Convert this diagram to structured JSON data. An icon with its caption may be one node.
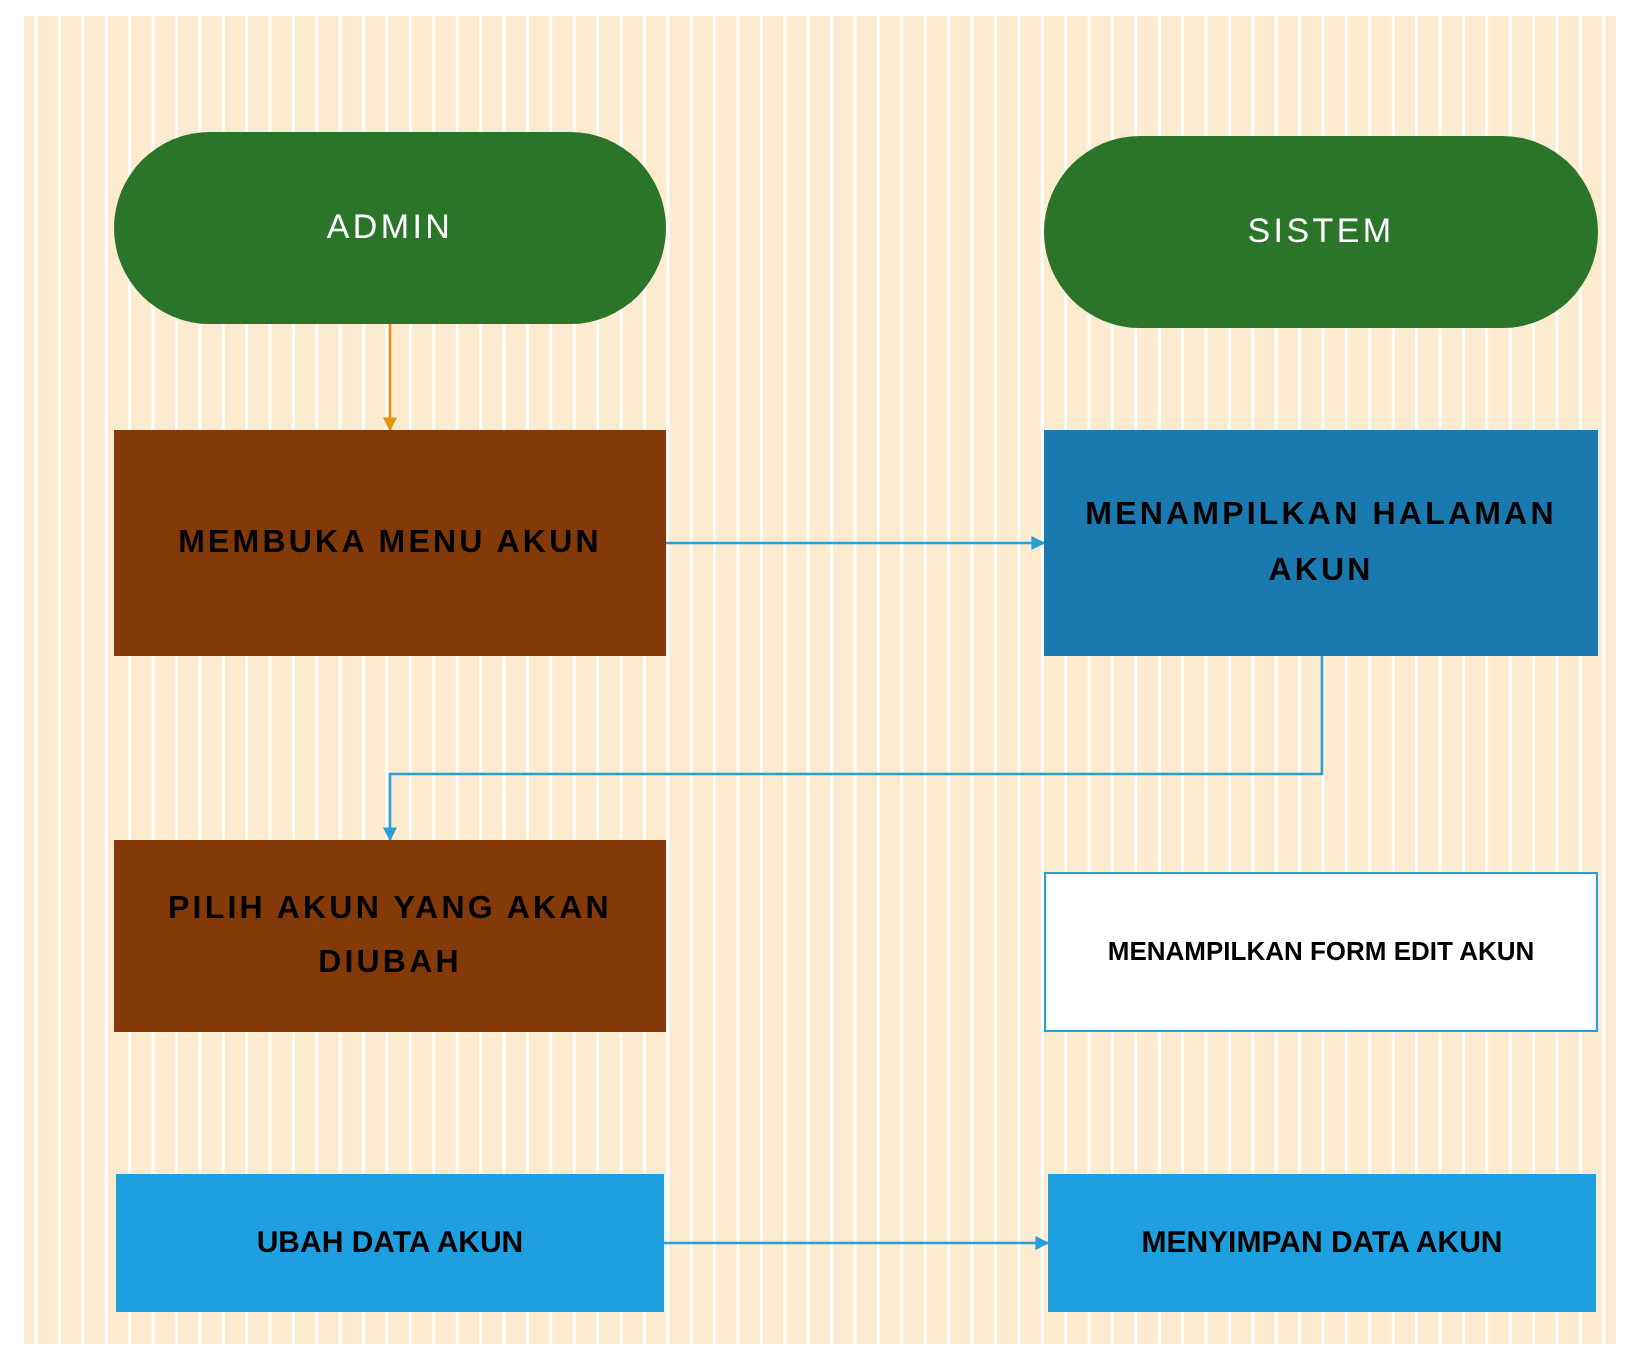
{
  "diagram": {
    "nodes": [
      {
        "text": [
          "ADMIN"
        ]
      },
      {
        "text": [
          "SISTEM"
        ]
      },
      {
        "text": [
          "MEMBUKA MENU AKUN"
        ]
      },
      {
        "text": [
          "MENAMPILKAN HALAMAN AKUN"
        ]
      },
      {
        "text": [
          "PILIH AKUN YANG AKAN DIUBAH"
        ]
      },
      {
        "text": [
          "MENAMPILKAN FORM EDIT AKUN"
        ]
      },
      {
        "text": [
          "UBAH DATA AKUN"
        ]
      },
      {
        "text": [
          "MENYIMPAN DATA AKUN"
        ]
      }
    ],
    "edges": [
      {
        "from": 0,
        "to": 2,
        "arrow": "to",
        "color": "#e8900a"
      },
      {
        "from": 2,
        "to": 3,
        "arrow": "to"
      },
      {
        "from": 3,
        "to": 4,
        "arrow": "to"
      },
      {
        "from": 6,
        "to": 7,
        "arrow": "to"
      }
    ]
  }
}
